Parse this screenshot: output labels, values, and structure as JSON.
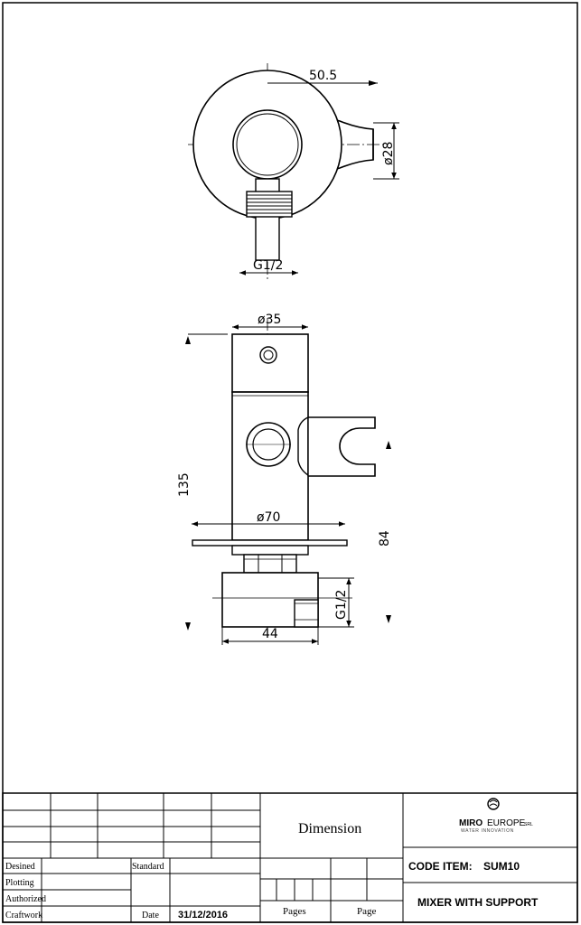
{
  "drawing": {
    "top_view": {
      "dim_width": "50.5",
      "dim_holder": "ø28",
      "dim_thread": "G1/2"
    },
    "front_view": {
      "dim_top_diameter": "ø35",
      "dim_height": "135",
      "dim_flange": "ø70",
      "dim_lower": "84",
      "dim_thread": "G1/2",
      "dim_base": "44"
    }
  },
  "title_block": {
    "dimension_label": "Dimension",
    "rows": {
      "designed": "Desined",
      "plotting": "Plotting",
      "authorized": "Authorized",
      "craftwork": "Craftwork"
    },
    "standard_label": "Standard",
    "date_label": "Date",
    "date_value": "31/12/2016",
    "pages_label": "Pages",
    "page_label": "Page",
    "logo": {
      "brand_bold": "MIRO",
      "brand_light": "EUROPE",
      "suffix": "SRL",
      "tagline": "WATER INNOVATION"
    },
    "code_item_label": "CODE ITEM:",
    "code_item_value": "SUM10",
    "description": "MIXER WITH SUPPORT"
  }
}
